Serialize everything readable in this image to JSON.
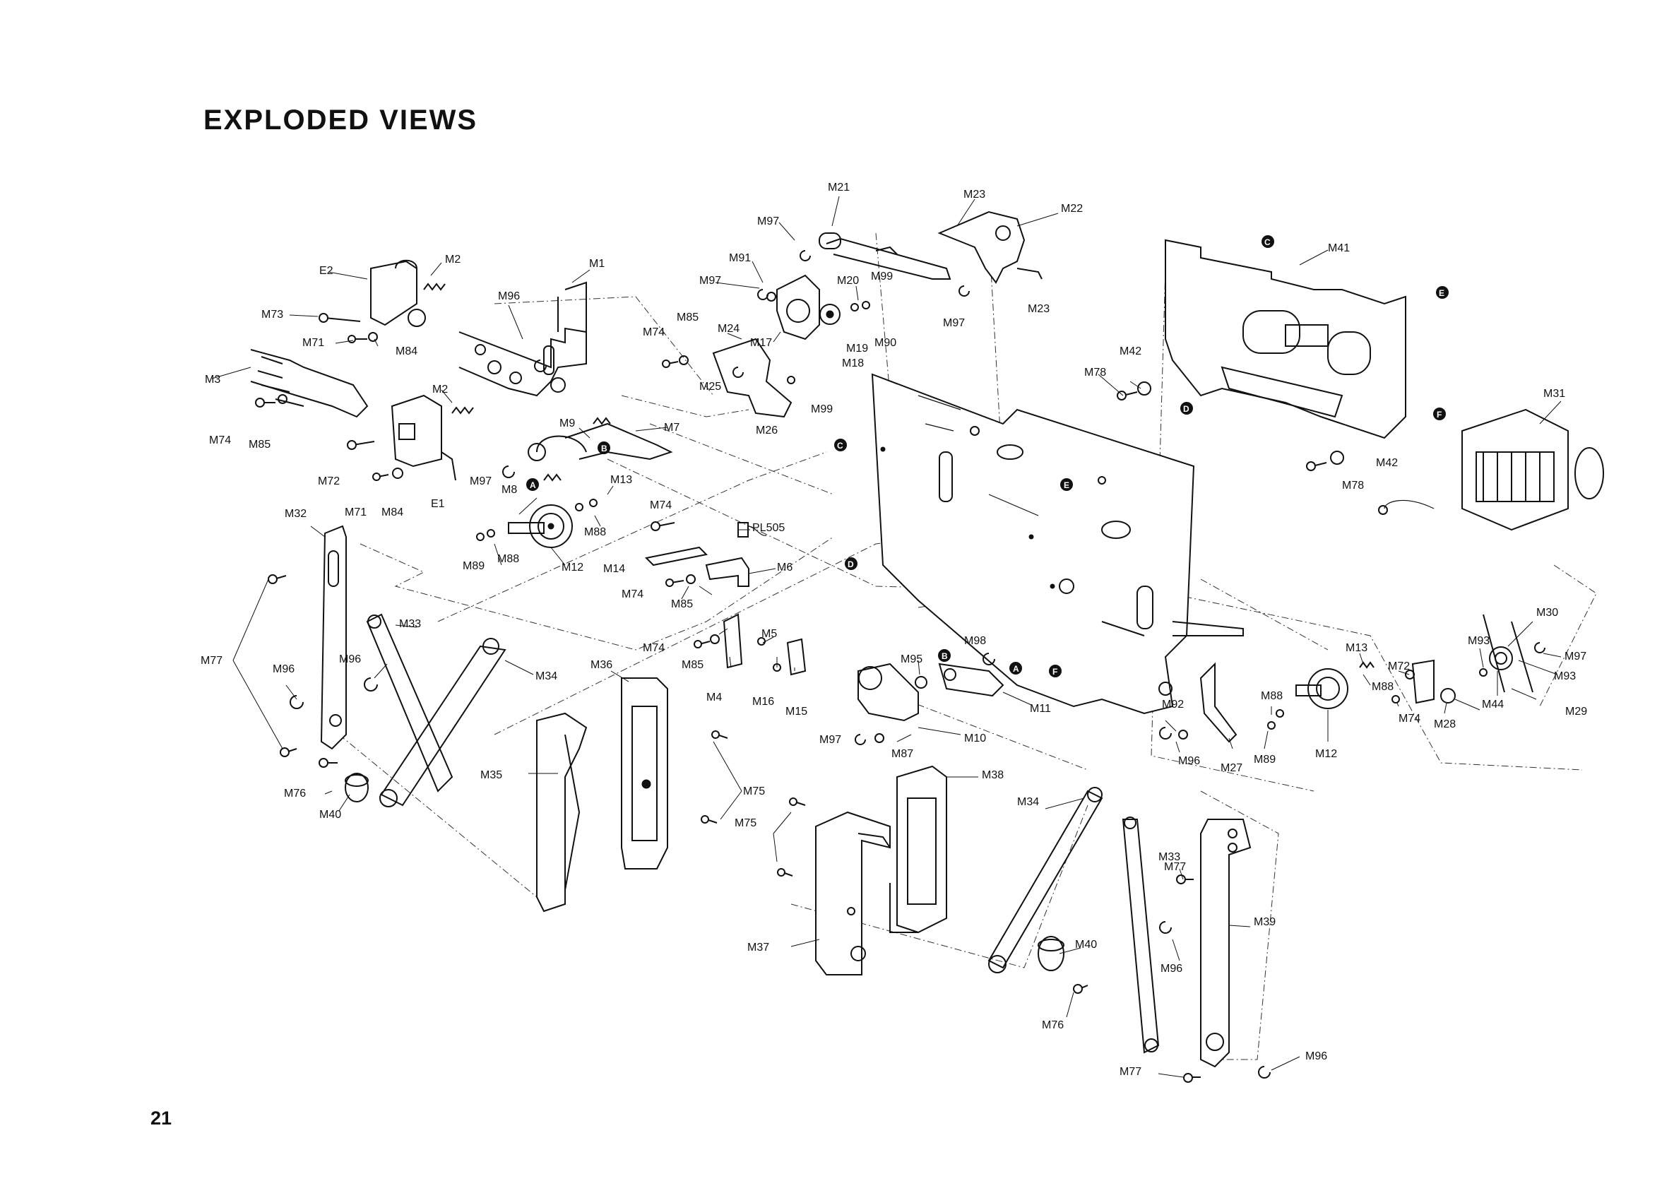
{
  "page": {
    "title": "EXPLODED VIEWS",
    "page_number": "21"
  },
  "labels": {
    "M21": "M21",
    "M23": "M23",
    "M22": "M22",
    "M97": "M97",
    "M91": "M91",
    "M20": "M20",
    "M99": "M99",
    "M41": "M41",
    "M1": "M1",
    "M2": "M2",
    "E2": "E2",
    "M96": "M96",
    "M73": "M73",
    "M71": "M71",
    "M84": "M84",
    "M3": "M3",
    "M74": "M74",
    "M85": "M85",
    "M24": "M24",
    "M17": "M17",
    "M19": "M19",
    "M90": "M90",
    "M18": "M18",
    "M25": "M25",
    "M26": "M26",
    "M42": "M42",
    "M78": "M78",
    "M31": "M31",
    "M7": "M7",
    "M9": "M9",
    "M13": "M13",
    "M8": "M8",
    "M72": "M72",
    "E1": "E1",
    "M88": "M88",
    "M89": "M89",
    "M12": "M12",
    "M14": "M14",
    "M6": "M6",
    "PL505": "PL505",
    "M32": "M32",
    "M33": "M33",
    "M34": "M34",
    "M77": "M77",
    "M5": "M5",
    "M4": "M4",
    "M16": "M16",
    "M15": "M15",
    "M95": "M95",
    "M98": "M98",
    "M11": "M11",
    "M10": "M10",
    "M87": "M87",
    "M36": "M36",
    "M35": "M35",
    "M75": "M75",
    "M76": "M76",
    "M40": "M40",
    "M38": "M38",
    "M37": "M37",
    "M39": "M39",
    "M92": "M92",
    "M27": "M27",
    "M28": "M28",
    "M29": "M29",
    "M30": "M30",
    "M93": "M93",
    "M44": "M44"
  },
  "reference_markers": {
    "A": "A",
    "B": "B",
    "C": "C",
    "D": "D",
    "E": "E",
    "F": "F"
  }
}
